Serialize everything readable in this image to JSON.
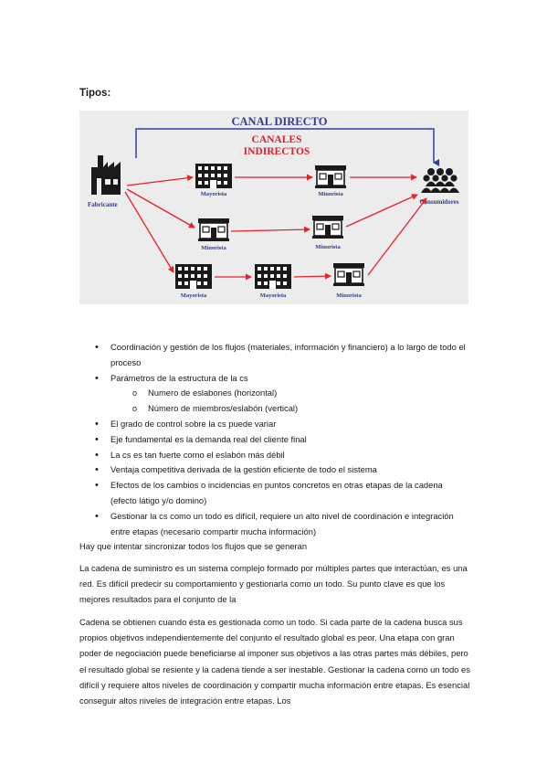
{
  "heading": "Tipos:",
  "diagram": {
    "canal_directo": "CANAL DIRECTO",
    "canales_indirectos_1": "CANALES",
    "canales_indirectos_2": "INDIRECTOS",
    "fabricante": "Fabricante",
    "consumidores": "Consumidores",
    "row1_mayorista": "Mayorista",
    "row1_minorista": "Minorista",
    "row2_minorista_a": "Minorista",
    "row2_minorista_b": "Minorista",
    "row3_mayorista_a": "Mayorista",
    "row3_mayorista_b": "Mayorista",
    "row3_minorista": "Minorista",
    "colors": {
      "direct_line": "#2f3fa6",
      "indirect_line": "#e8202a",
      "title_blue": "#2f3c8f",
      "title_red": "#d9202a",
      "background": "#ececec"
    }
  },
  "bullets": [
    "Coordinación y gestión de los flujos (materiales, información y financiero) a lo largo de todo el proceso",
    "Parámetros de la estructura de la cs",
    "El grado de control sobre la cs puede variar",
    "Eje fundamental es la demanda real del cliente final",
    "La cs es tan fuerte como el eslabón más débil",
    "Ventaja competitiva derivada de la gestión eficiente de todo el sistema",
    "Efectos de los cambios o incidencias en puntos concretos en otras etapas de la cadena (efecto látigo y/o domino)",
    "Gestionar la cs como un todo es difícil, requiere un alto nivel de coordinación e integración entre etapas (necesario compartir mucha información)"
  ],
  "sub_bullets": [
    "Numero de eslabones (horizontal)",
    "Número de miembros/eslabón (vertical)"
  ],
  "paragraphs": [
    "Hay que intentar sincronizar todos los flujos que se generan",
    "La cadena de suministro es un sistema complejo formado por múltiples partes que interactúan, es una red. Es difícil predecir su comportamiento y gestionarla como un todo. Su punto clave es que los mejores resultados para el conjunto de la",
    "Cadena se obtienen cuando ésta es gestionada como un todo. Si cada parte de la cadena busca sus propios objetivos independientemente del conjunto el resultado global es peor. Una etapa con gran poder de negociación puede beneficiarse al imponer sus objetivos a las otras partes más débiles, pero el resultado global se resiente y la cadena tiende a ser inestable. Gestionar la cadena como un todo es difícil y requiere altos niveles de coordinación y compartir mucha información entre etapas. Es esencial conseguir altos niveles de integración entre etapas. Los"
  ]
}
